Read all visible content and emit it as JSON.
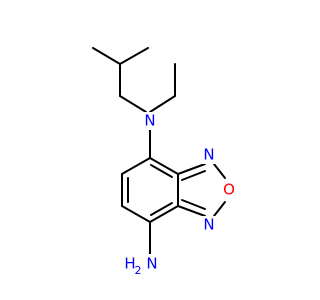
{
  "molecule": {
    "atoms": {
      "amine_n": {
        "text": "N",
        "color": "#0000ff"
      },
      "ring_n_top": {
        "text": "N",
        "color": "#0000ff"
      },
      "ring_o": {
        "text": "O",
        "color": "#ff0000"
      },
      "ring_n_bottom": {
        "text": "N",
        "color": "#0000ff"
      },
      "nh2_n": {
        "text": "N",
        "color": "#0000ff"
      },
      "nh2_h": {
        "text": "H",
        "color": "#0000ff"
      },
      "nh2_sub": {
        "text": "2",
        "color": "#0000ff"
      }
    },
    "bond_color": "#000000"
  }
}
